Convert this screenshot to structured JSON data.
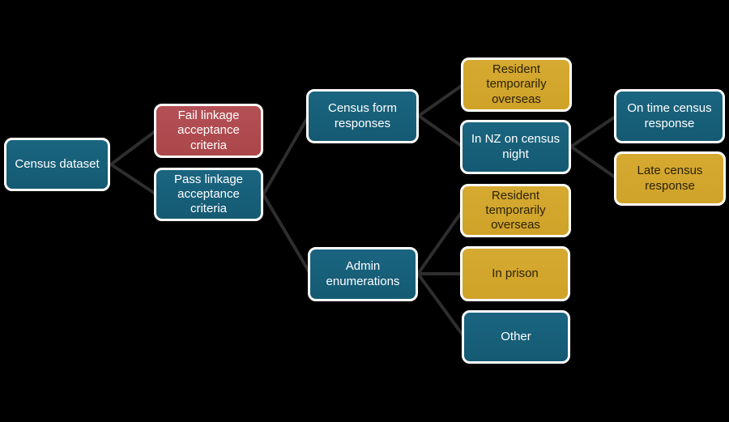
{
  "colors": {
    "background": "#000000",
    "node_teal": "#175E77",
    "node_yellow": "#D2A62C",
    "node_red": "#AE4B4F",
    "node_border": "#FFFFFF",
    "connector_line": "#2E2E2E",
    "text_on_teal": "#FFFFFF",
    "text_on_red": "#FFFFFF",
    "text_on_yellow": "#2B2209"
  },
  "nodes": {
    "census_dataset": {
      "label": "Census dataset",
      "color": "teal"
    },
    "fail_linkage": {
      "label": "Fail linkage acceptance criteria",
      "color": "red"
    },
    "pass_linkage": {
      "label": "Pass linkage acceptance criteria",
      "color": "teal"
    },
    "census_form": {
      "label": "Census form responses",
      "color": "teal"
    },
    "resident_overseas_census": {
      "label": "Resident temporarily overseas",
      "color": "yellow"
    },
    "in_nz": {
      "label": "In NZ on census night",
      "color": "teal"
    },
    "on_time": {
      "label": "On time census response",
      "color": "teal"
    },
    "late": {
      "label": "Late census response",
      "color": "yellow"
    },
    "admin_enum": {
      "label": "Admin enumerations",
      "color": "teal"
    },
    "resident_overseas_admin": {
      "label": "Resident temporarily overseas",
      "color": "yellow"
    },
    "in_prison": {
      "label": "In prison",
      "color": "yellow"
    },
    "other": {
      "label": "Other",
      "color": "teal"
    }
  },
  "edges": [
    {
      "from": "census_dataset",
      "to": "fail_linkage"
    },
    {
      "from": "census_dataset",
      "to": "pass_linkage"
    },
    {
      "from": "pass_linkage",
      "to": "census_form"
    },
    {
      "from": "pass_linkage",
      "to": "admin_enum"
    },
    {
      "from": "census_form",
      "to": "resident_overseas_census"
    },
    {
      "from": "census_form",
      "to": "in_nz"
    },
    {
      "from": "in_nz",
      "to": "on_time"
    },
    {
      "from": "in_nz",
      "to": "late"
    },
    {
      "from": "admin_enum",
      "to": "resident_overseas_admin"
    },
    {
      "from": "admin_enum",
      "to": "in_prison"
    },
    {
      "from": "admin_enum",
      "to": "other"
    }
  ]
}
